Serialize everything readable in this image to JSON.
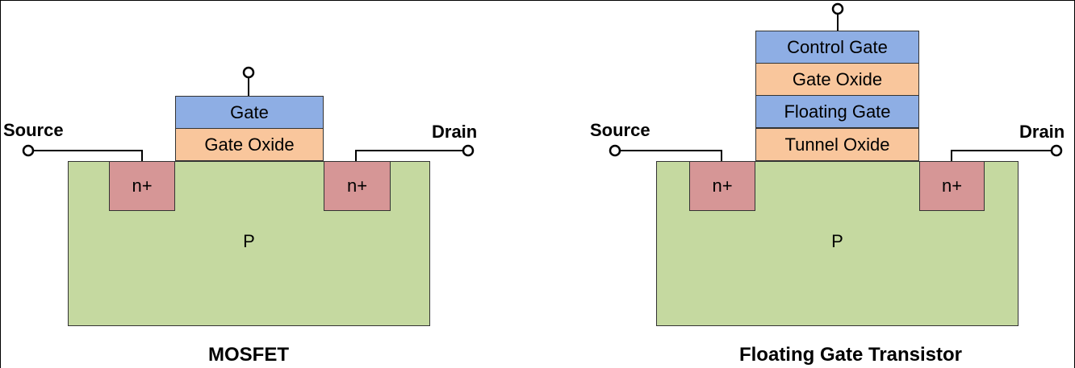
{
  "colors": {
    "substrate": "#c5d9a0",
    "doped_region": "#d69696",
    "gate": "#8eaee4",
    "oxide": "#f9c69c",
    "wire": "#000000"
  },
  "mosfet": {
    "title": "MOSFET",
    "source_label": "Source",
    "drain_label": "Drain",
    "gate_label": "Gate",
    "gate_oxide_label": "Gate Oxide",
    "left_region_label": "n+",
    "right_region_label": "n+",
    "substrate_label": "P"
  },
  "floating_gate": {
    "title": "Floating Gate Transistor",
    "source_label": "Source",
    "drain_label": "Drain",
    "control_gate_label": "Control Gate",
    "gate_oxide_label": "Gate Oxide",
    "floating_gate_label": "Floating Gate",
    "tunnel_oxide_label": "Tunnel Oxide",
    "left_region_label": "n+",
    "right_region_label": "n+",
    "substrate_label": "P"
  }
}
